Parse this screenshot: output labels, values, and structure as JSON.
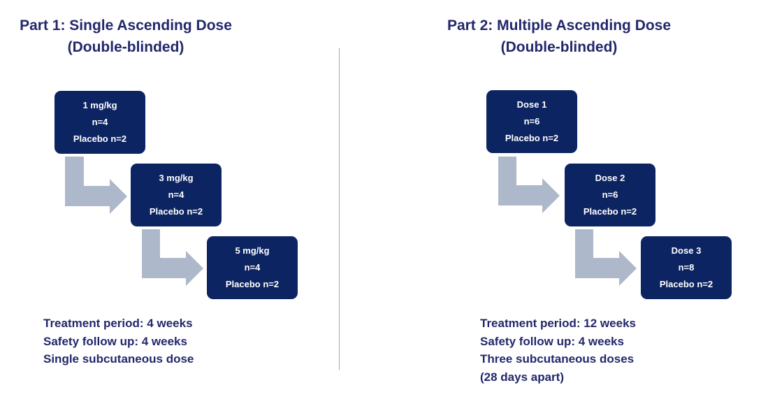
{
  "part1": {
    "title_line1": "Part 1: Single Ascending Dose",
    "title_line2": "(Double-blinded)",
    "boxes": [
      {
        "dose": "1 mg/kg",
        "n": "n=4",
        "placebo": "Placebo n=2"
      },
      {
        "dose": "3 mg/kg",
        "n": "n=4",
        "placebo": "Placebo n=2"
      },
      {
        "dose": "5 mg/kg",
        "n": "n=4",
        "placebo": "Placebo n=2"
      }
    ],
    "notes": [
      "Treatment period: 4 weeks",
      "Safety follow up: 4 weeks",
      "Single subcutaneous dose"
    ]
  },
  "part2": {
    "title_line1": "Part 2: Multiple Ascending Dose",
    "title_line2": "(Double-blinded)",
    "boxes": [
      {
        "dose": "Dose 1",
        "n": "n=6",
        "placebo": "Placebo n=2"
      },
      {
        "dose": "Dose 2",
        "n": "n=6",
        "placebo": "Placebo n=2"
      },
      {
        "dose": "Dose 3",
        "n": "n=8",
        "placebo": "Placebo n=2"
      }
    ],
    "notes": [
      "Treatment period: 12 weeks",
      "Safety follow up: 4 weeks",
      "Three subcutaneous doses",
      "(28 days apart)"
    ]
  },
  "colors": {
    "box_fill": "#0c2461",
    "box_text": "#ffffff",
    "heading_text": "#22276b",
    "arrow_fill": "#adb9ca",
    "divider": "#8fb0c8"
  }
}
